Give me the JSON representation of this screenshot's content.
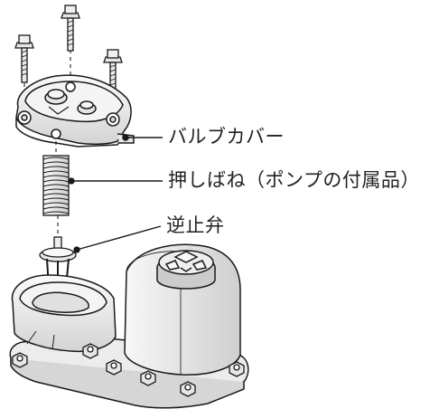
{
  "labels": {
    "valve_cover": "バルブカバー",
    "push_spring": "押しばね（ポンプの付属品）",
    "check_valve": "逆止弁"
  },
  "colors": {
    "line": "#1a1a1a",
    "part_fill": "#f2f2f2",
    "part_shade": "#cfcfcf",
    "background": "#ffffff"
  }
}
